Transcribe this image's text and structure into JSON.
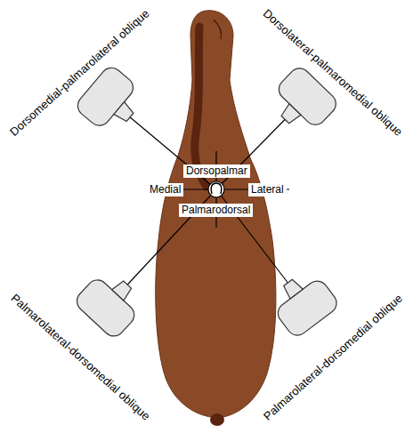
{
  "diagram": {
    "nodes": [
      {
        "text": [
          "Dorsopalmar"
        ]
      },
      {
        "text": [
          "Medial"
        ]
      },
      {
        "text": [
          "Lateral"
        ]
      },
      {
        "text": [
          "Palmarodorsal"
        ]
      }
    ],
    "labels": [
      "Dorsomedial-palmarolateral oblique",
      "Dorsolateral-palmaromedial oblique",
      "Palmarolateral-dorsomedial oblique",
      "Palmarolateral-dorsomedial oblique"
    ]
  }
}
